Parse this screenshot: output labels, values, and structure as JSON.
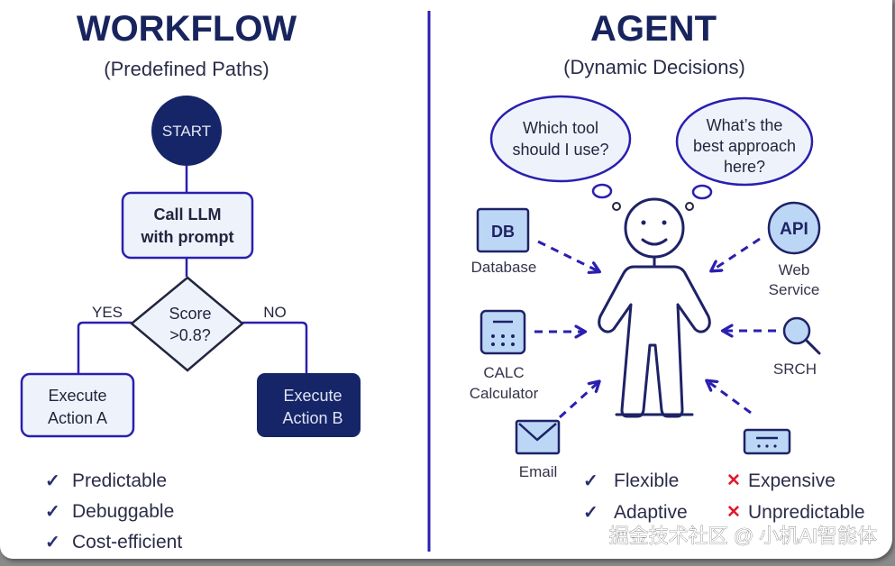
{
  "colors": {
    "navy": "#152568",
    "line": "#2a1fb0",
    "light_fill": "#eef3fb",
    "icon_fill": "#bcd7f5",
    "check": "#2a2e6e",
    "cross": "#e0192b"
  },
  "workflow": {
    "title": "WORKFLOW",
    "subtitle": "(Predefined Paths)",
    "start_label": "START",
    "llm_node": {
      "line1": "Call LLM",
      "line2": "with prompt"
    },
    "decision": {
      "line1": "Score",
      "line2": ">0.8?"
    },
    "yes_label": "YES",
    "no_label": "NO",
    "action_a": {
      "line1": "Execute",
      "line2": "Action A"
    },
    "action_b": {
      "line1": "Execute",
      "line2": "Action B"
    },
    "pros": [
      {
        "icon": "check-icon",
        "glyph": "✓",
        "label": "Predictable"
      },
      {
        "icon": "check-icon",
        "glyph": "✓",
        "label": "Debuggable"
      },
      {
        "icon": "check-icon",
        "glyph": "✓",
        "label": "Cost-efficient"
      }
    ]
  },
  "agent": {
    "title": "AGENT",
    "subtitle": "(Dynamic Decisions)",
    "thought_left": {
      "line1": "Which tool",
      "line2": "should I use?"
    },
    "thought_right": {
      "line1": "What’s the",
      "line2": "best approach",
      "line3": "here?"
    },
    "tools": {
      "database": {
        "icon_text": "DB",
        "label": "Database",
        "icon": "database-icon"
      },
      "calculator": {
        "line1": "CALC",
        "line2": "Calculator",
        "icon": "calculator-icon"
      },
      "email": {
        "label": "Email",
        "icon": "email-icon"
      },
      "api": {
        "icon_text": "API",
        "line1": "Web",
        "line2": "Service",
        "icon": "api-icon"
      },
      "search": {
        "label": "SRCH",
        "icon": "search-icon"
      },
      "terminal": {
        "icon": "terminal-icon"
      }
    },
    "pros": [
      {
        "icon": "check-icon",
        "glyph": "✓",
        "label": "Flexible"
      },
      {
        "icon": "check-icon",
        "glyph": "✓",
        "label": "Adaptive"
      }
    ],
    "cons": [
      {
        "icon": "cross-icon",
        "glyph": "✕",
        "label": "Expensive"
      },
      {
        "icon": "cross-icon",
        "glyph": "✕",
        "label": "Unpredictable"
      }
    ]
  },
  "watermark": "掘金技术社区 @ 小机AI智能体"
}
